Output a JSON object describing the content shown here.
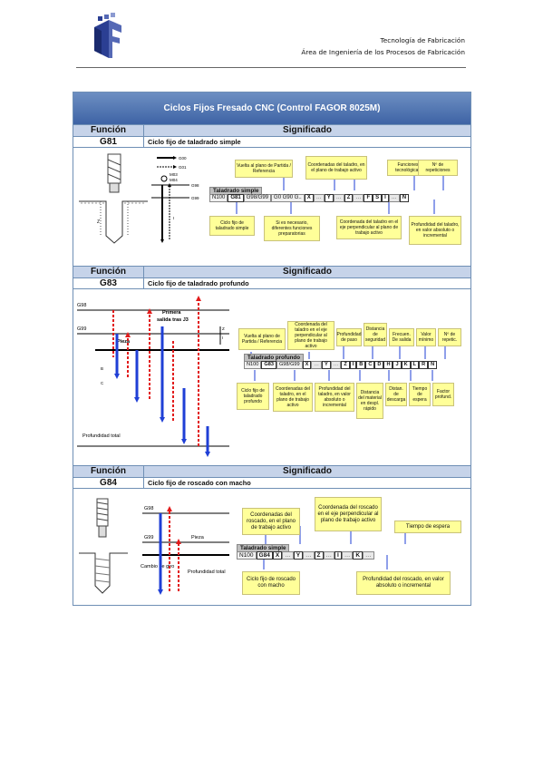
{
  "header": {
    "line1": "Tecnología de Fabricación",
    "line2": "Área de Ingeniería de los Procesos de Fabricación"
  },
  "table": {
    "title": "Ciclos Fijos Fresado CNC (Control FAGOR 8025M)",
    "col_function": "Función",
    "col_meaning": "Significado"
  },
  "g81": {
    "code": "G81",
    "description": "Ciclo fijo de taladrado simple",
    "fig_labels": {
      "g00": "G00",
      "g01": "G01",
      "m03": "M03",
      "m04": "M04",
      "g98": "G98",
      "g99": "G99",
      "z": "Z",
      "i": "I"
    },
    "code_label": "Taladrado simple",
    "code_cells": [
      "N100",
      "G81",
      "G98/G99",
      "G0 G90 G..",
      "X",
      "…",
      "Y",
      "…",
      "Z",
      "…",
      "F",
      "S",
      "I",
      "…",
      "N"
    ],
    "top_boxes": [
      "Vuelta al plano de Partida / Referencia",
      "Coordenadas del taladro, en el plano de trabajo activo",
      "Funciones tecnológicas",
      "Nº de repeticiones"
    ],
    "bottom_boxes": [
      "Ciclo fijo de taladrado simple",
      "Si es necesario, diferentes funciones preparatorias",
      "Coordenada del taladro en el eje perpendicular al plano de trabajo activo",
      "Profundidad del taladro, en valor absoluto o incremental"
    ]
  },
  "g83": {
    "code": "G83",
    "description": "Ciclo fijo de taladrado profundo",
    "fig_labels": {
      "g98": "G98",
      "g99": "G99",
      "pieza": "Pieza",
      "primera": "Primera",
      "salida": "salida tras J3",
      "total": "Profundidad total",
      "b": "B",
      "c": "C",
      "i": "I",
      "z": "Z"
    },
    "code_label": "Taladrado profundo",
    "code_cells": [
      "N100",
      "G83",
      "G98/G99",
      "X",
      "…",
      "Y",
      "…",
      "Z",
      "I",
      "B",
      "C",
      "D",
      "H",
      "J",
      "K",
      "L",
      "R",
      "N"
    ],
    "top_boxes": [
      "Vuelta al plano de Partida / Referencia",
      "Coordenada del taladro en el eje perpendicular al plano de trabajo activo",
      "Profundidad de paso",
      "Distancia de seguridad",
      "Frecuen. De salida",
      "Valor mínimo",
      "Nº de repetic."
    ],
    "bottom_boxes": [
      "Ciclo fijo de taladrado profundo",
      "Coordenadas del taladro, en el plano de trabajo activo",
      "Profundidad del taladro, en valor absoluto o incremental",
      "Distancia del material en despl. rápido",
      "Distan. de descarga",
      "Tiempo de espera",
      "Factor profund."
    ]
  },
  "g84": {
    "code": "G84",
    "description": "Ciclo fijo de roscado con macho",
    "fig_labels": {
      "g98": "G98",
      "g99": "G99",
      "pieza": "Pieza",
      "cambio": "Cambio de giro",
      "prof": "Profundidad total"
    },
    "code_label": "Taladrado simple",
    "code_cells": [
      "N100",
      "G84",
      "X",
      "…",
      "Y",
      "…",
      "Z",
      "…",
      "I",
      "…",
      "K",
      "…"
    ],
    "top_boxes": [
      "Coordenadas del roscado, en el plano de trabajo activo",
      "Coordenada del roscado en el eje perpendicular al plano de trabajo activo",
      "Tiempo de espera"
    ],
    "bottom_boxes": [
      "Ciclo fijo de roscado con macho",
      "Profundidad del roscado, en valor absoluto o incremental"
    ]
  },
  "colors": {
    "title_bar": "#3e63a5",
    "header_fill": "#c6d3e9",
    "yellow_box": "#ffff99",
    "arrow_blue": "#1f3fd6",
    "arrow_red": "#e21b1b"
  }
}
